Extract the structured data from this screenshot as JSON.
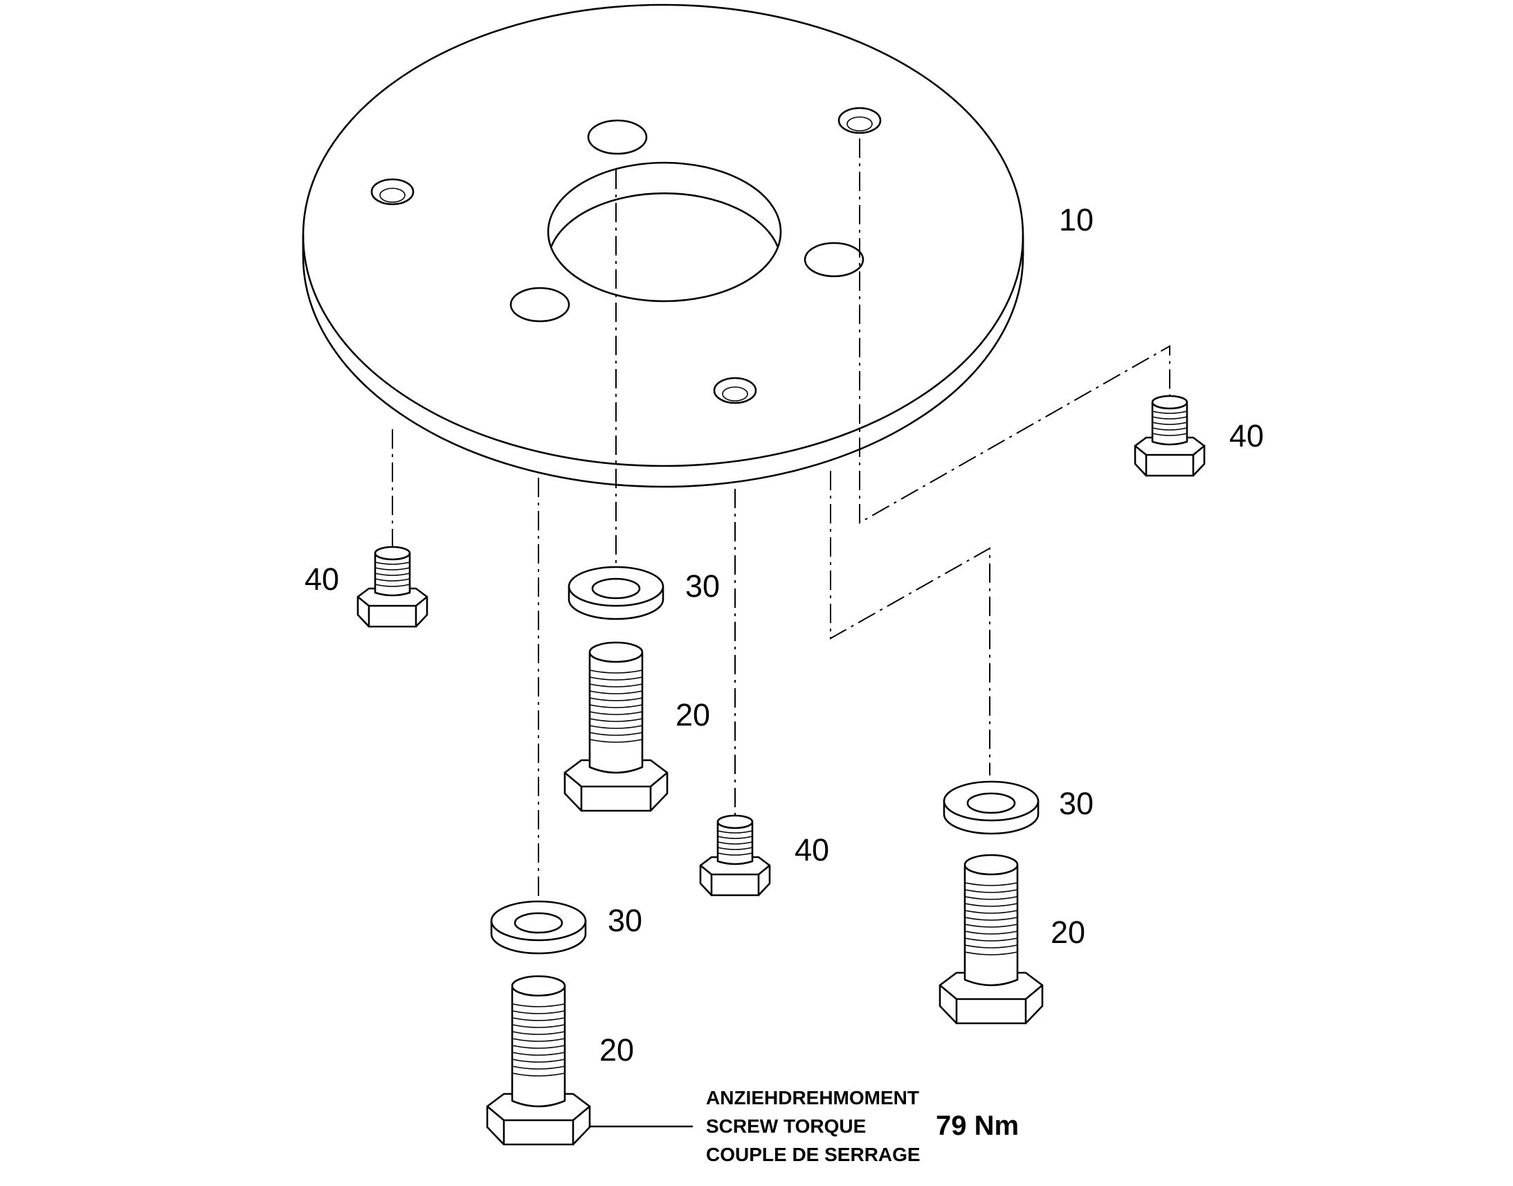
{
  "part_labels": {
    "plate": "10",
    "bolt_a": "20",
    "bolt_b": "20",
    "bolt_c": "20",
    "washer_a": "30",
    "washer_b": "30",
    "washer_c": "30",
    "screw_a": "40",
    "screw_b": "40",
    "screw_c": "40"
  },
  "torque_note": {
    "line_de": "ANZIEHDREHMOMENT",
    "line_en": "SCREW TORQUE",
    "line_fr": "COUPLE DE SERRAGE",
    "value": "79 Nm"
  }
}
